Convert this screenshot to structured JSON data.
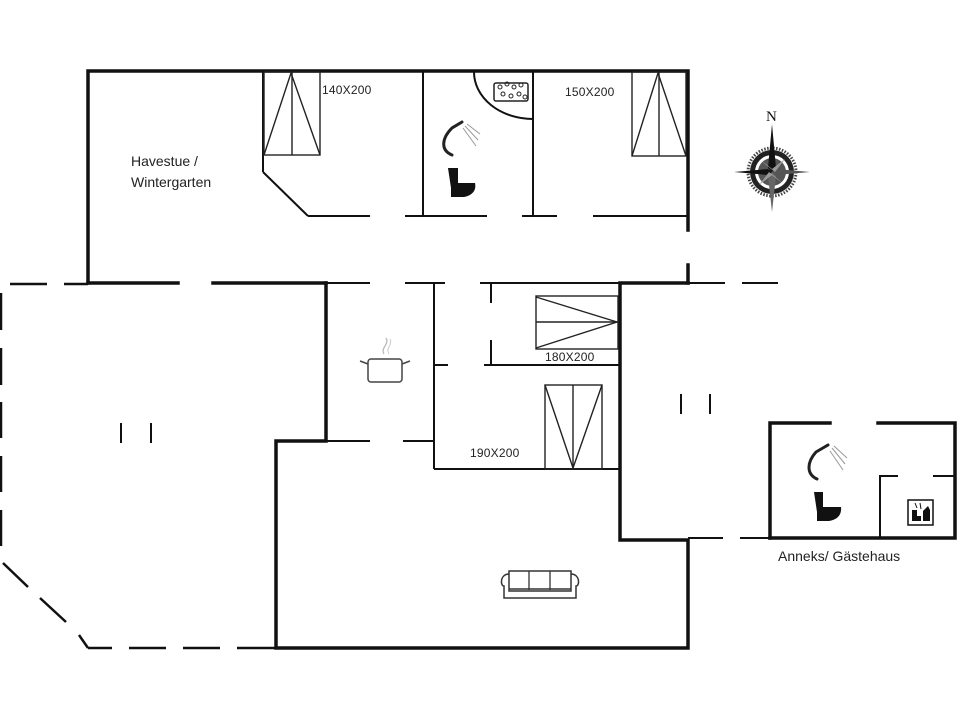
{
  "floorplan": {
    "rooms": {
      "winter_garden": {
        "line1": "Havestue /",
        "line2": "Wintergarten"
      },
      "annex": {
        "label": "Anneks/ Gästehaus"
      }
    },
    "beds": [
      {
        "id": "bed-1",
        "size": "140X200"
      },
      {
        "id": "bed-2",
        "size": "150X200"
      },
      {
        "id": "bed-3",
        "size": "180X200"
      },
      {
        "id": "bed-4",
        "size": "190X200"
      }
    ],
    "compass": {
      "north_label": "N"
    },
    "icons": [
      "shower-icon",
      "toilet-icon",
      "whirlpool-icon",
      "cooking-pot-icon",
      "sofa-icon",
      "sauna-icon",
      "compass-rose-icon"
    ],
    "colors": {
      "wall": "#111111",
      "background": "#ffffff"
    }
  }
}
